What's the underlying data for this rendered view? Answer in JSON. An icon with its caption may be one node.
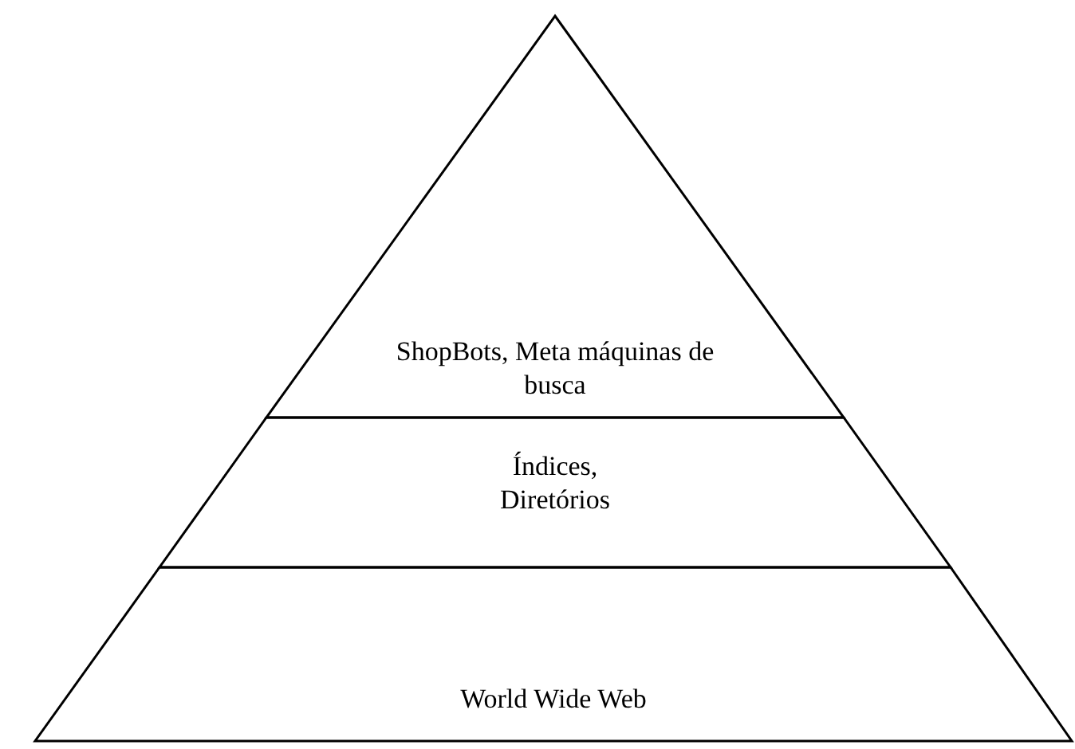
{
  "diagram": {
    "nodes": [
      {
        "text": [
          "ShopBots, Meta máquinas de busca"
        ]
      },
      {
        "text": [
          "Índices, Diretórios"
        ]
      },
      {
        "text": [
          "World Wide Web"
        ]
      }
    ]
  }
}
